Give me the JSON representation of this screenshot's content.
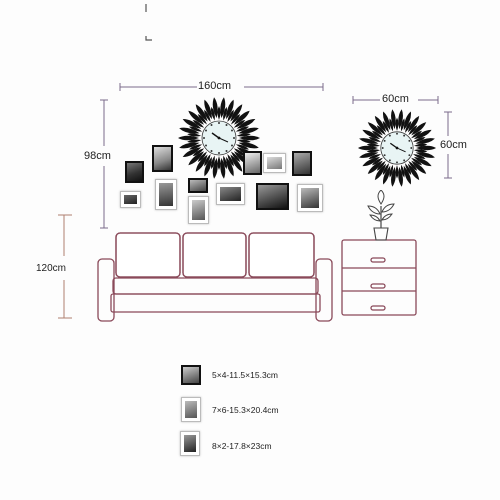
{
  "dimensions": {
    "wall_width": "160cm",
    "wall_height": "98cm",
    "clock_width": "60cm",
    "clock_height": "60cm",
    "sofa_height": "120cm"
  },
  "legend": [
    {
      "text": "5×4-11.5×15.3cm"
    },
    {
      "text": "7×6-15.3×20.4cm"
    },
    {
      "text": "8×2-17.8×23cm"
    }
  ],
  "colors": {
    "dimension_line": "#7a6a8a",
    "sofa_height_line": "#b08070",
    "furniture_outline": "#8a4a5a",
    "clock_petals": "#111111",
    "clock_face": "#e8f4f4"
  }
}
